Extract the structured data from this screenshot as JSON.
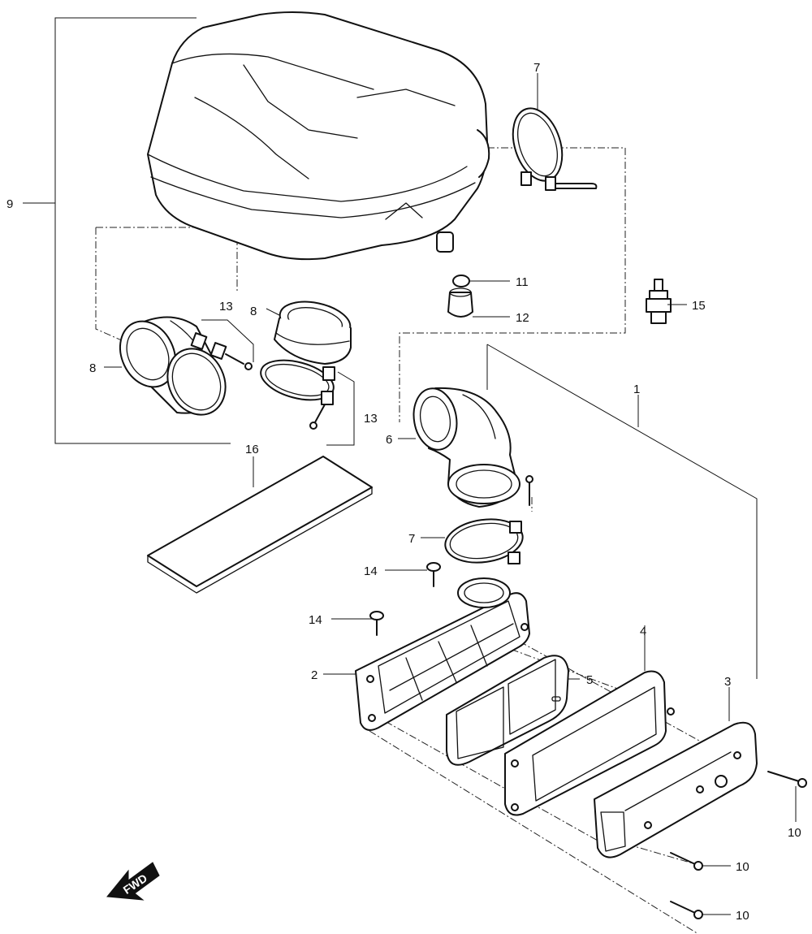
{
  "callouts": {
    "c1": "1",
    "c2": "2",
    "c3": "3",
    "c4": "4",
    "c5": "5",
    "c6": "6",
    "c7a": "7",
    "c7b": "7",
    "c8a": "8",
    "c8b": "8",
    "c9": "9",
    "c10a": "10",
    "c10b": "10",
    "c10c": "10",
    "c11": "11",
    "c12": "12",
    "c13a": "13",
    "c13b": "13",
    "c14a": "14",
    "c14b": "14",
    "c15": "15",
    "c16": "16"
  },
  "badge": {
    "fwd": "FWD"
  },
  "colors": {
    "ink": "#111111",
    "background": "#ffffff"
  }
}
